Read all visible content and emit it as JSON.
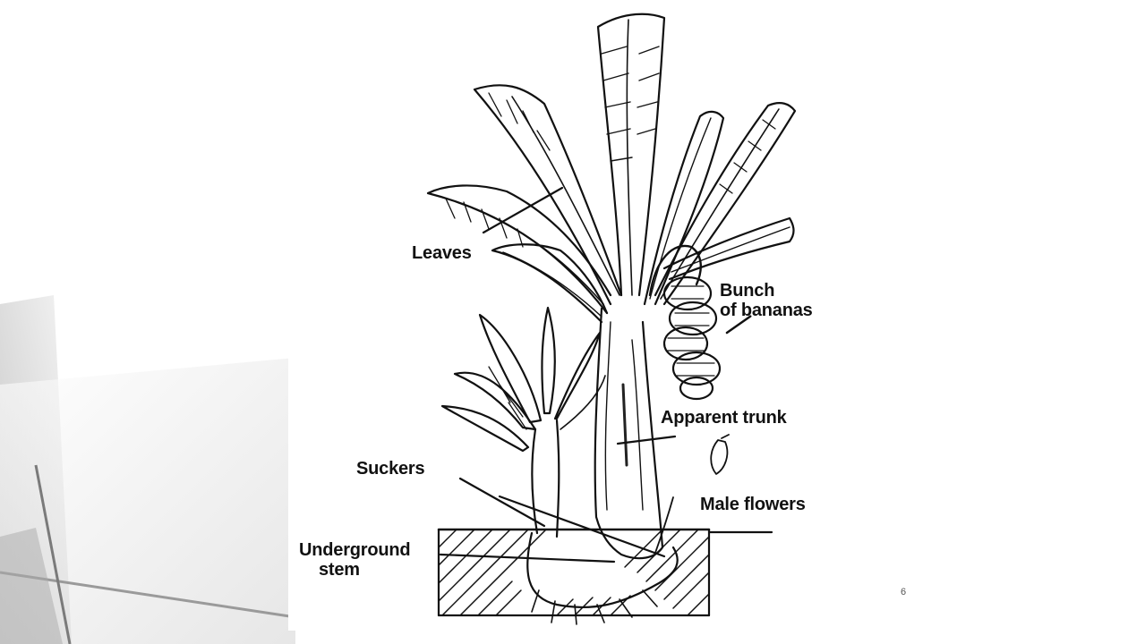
{
  "figure": {
    "labels": {
      "leaves": "Leaves",
      "bunch_line1": "Bunch",
      "bunch_line2": "of bananas",
      "apparent_trunk": "Apparent trunk",
      "suckers": "Suckers",
      "male_flowers": "Male flowers",
      "underground_line1": "Underground",
      "underground_line2": "stem"
    }
  },
  "slide": {
    "number": "6"
  },
  "colors": {
    "ink": "#111111",
    "background": "#ffffff",
    "decor_gray": "#d9d9d9"
  }
}
